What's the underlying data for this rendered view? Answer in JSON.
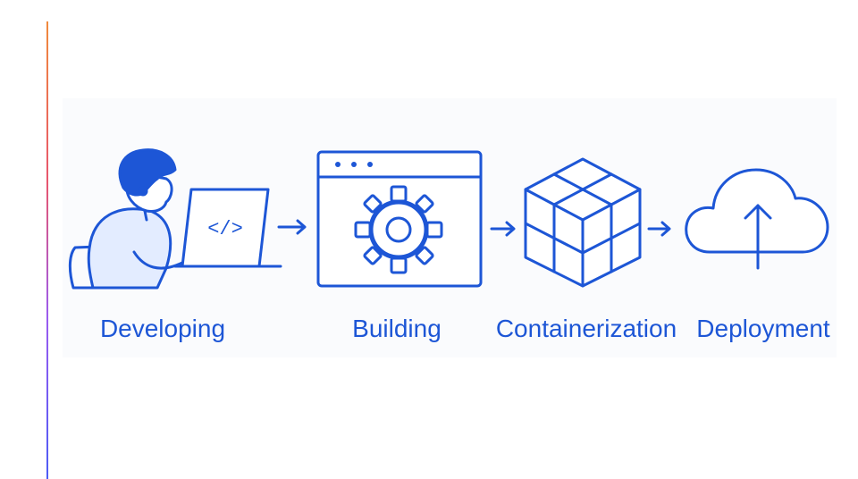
{
  "stages": [
    {
      "label": "Developing",
      "icon": "developer-laptop-icon"
    },
    {
      "label": "Building",
      "icon": "gear-window-icon"
    },
    {
      "label": "Containerization",
      "icon": "cube-grid-icon"
    },
    {
      "label": "Deployment",
      "icon": "cloud-upload-icon"
    }
  ],
  "laptop_code_symbol": "</>",
  "colors": {
    "line": "#1d56d6",
    "person_shirt": "#e3ecff",
    "accent_gradient": [
      "#f08a3c",
      "#e8566e",
      "#9a5cf0",
      "#4d5cf5"
    ]
  }
}
